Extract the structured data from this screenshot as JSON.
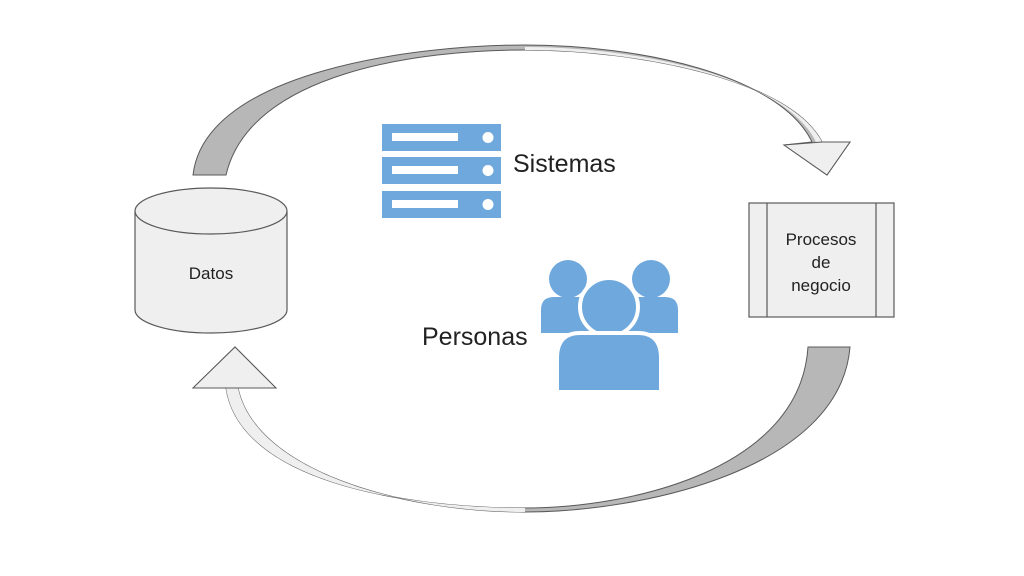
{
  "diagram": {
    "labels": {
      "datos": "Datos",
      "procesos_line1": "Procesos",
      "procesos_line2": "de",
      "procesos_line3": "negocio",
      "sistemas": "Sistemas",
      "personas": "Personas"
    },
    "colors": {
      "icon_blue": "#6fa8dc",
      "shape_fill": "#efefef",
      "shape_stroke": "#595959",
      "arrow_light": "#efefef",
      "arrow_dark": "#b7b7b7"
    },
    "icons": {
      "sistemas": "server-stack-icon",
      "personas": "people-group-icon"
    }
  }
}
